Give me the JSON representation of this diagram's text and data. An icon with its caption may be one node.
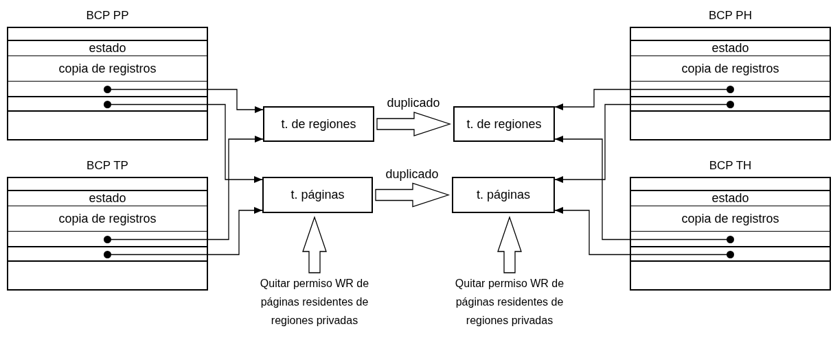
{
  "diagram": {
    "nodes": [
      {
        "text": [
          "BCP PP"
        ]
      },
      {
        "text": [
          "estado"
        ],
        "in": 0
      },
      {
        "text": [
          "copia de registros"
        ],
        "in": 0
      },
      {
        "text": [],
        "shape": "box",
        "in": 0
      },
      {
        "text": [],
        "shape": "box",
        "in": 0
      },
      {
        "text": [
          "BCP PH"
        ]
      },
      {
        "text": [
          "estado"
        ],
        "in": 5
      },
      {
        "text": [
          "copia de registros"
        ],
        "in": 5
      },
      {
        "text": [],
        "shape": "box",
        "in": 5
      },
      {
        "text": [],
        "shape": "box",
        "in": 5
      },
      {
        "text": [
          "t. de regiones"
        ]
      },
      {
        "text": [
          "t. de regiones"
        ]
      },
      {
        "text": [
          "BCP TP"
        ]
      },
      {
        "text": [
          "estado"
        ],
        "in": 12
      },
      {
        "text": [
          "copia de registros"
        ],
        "in": 12
      },
      {
        "text": [],
        "shape": "box",
        "in": 12
      },
      {
        "text": [],
        "shape": "box",
        "in": 12
      },
      {
        "text": [
          "BCP TH"
        ]
      },
      {
        "text": [
          "estado"
        ],
        "in": 17
      },
      {
        "text": [
          "copia de registros"
        ],
        "in": 17
      },
      {
        "text": [],
        "shape": "box",
        "in": 17
      },
      {
        "text": [],
        "shape": "box",
        "in": 17
      },
      {
        "text": [
          "t. páginas"
        ]
      },
      {
        "text": [
          "t. páginas"
        ]
      },
      {
        "text": [
          "Quitar permiso WR de páginas residentes de regiones privadas"
        ]
      },
      {
        "text": [
          "Quitar permiso WR de páginas residentes de regiones privadas"
        ]
      }
    ],
    "edges": [
      {
        "from": 3,
        "to": 10,
        "arrow": "to"
      },
      {
        "from": 4,
        "to": 22,
        "arrow": "to"
      },
      {
        "from": 15,
        "to": 10,
        "arrow": "to"
      },
      {
        "from": 16,
        "to": 22,
        "arrow": "to"
      },
      {
        "from": 8,
        "to": 11,
        "arrow": "to"
      },
      {
        "from": 9,
        "to": 23,
        "arrow": "to"
      },
      {
        "from": 20,
        "to": 11,
        "arrow": "to"
      },
      {
        "from": 21,
        "to": 23,
        "arrow": "to"
      },
      {
        "from": 10,
        "to": 11,
        "arrow": "to",
        "label": "duplicado",
        "style": "thick"
      },
      {
        "from": 22,
        "to": 23,
        "arrow": "to",
        "label": "duplicado",
        "style": "thick"
      },
      {
        "from": 24,
        "to": 22,
        "arrow": "to",
        "style": "thick"
      },
      {
        "from": 25,
        "to": 23,
        "arrow": "to",
        "style": "thick"
      }
    ]
  }
}
